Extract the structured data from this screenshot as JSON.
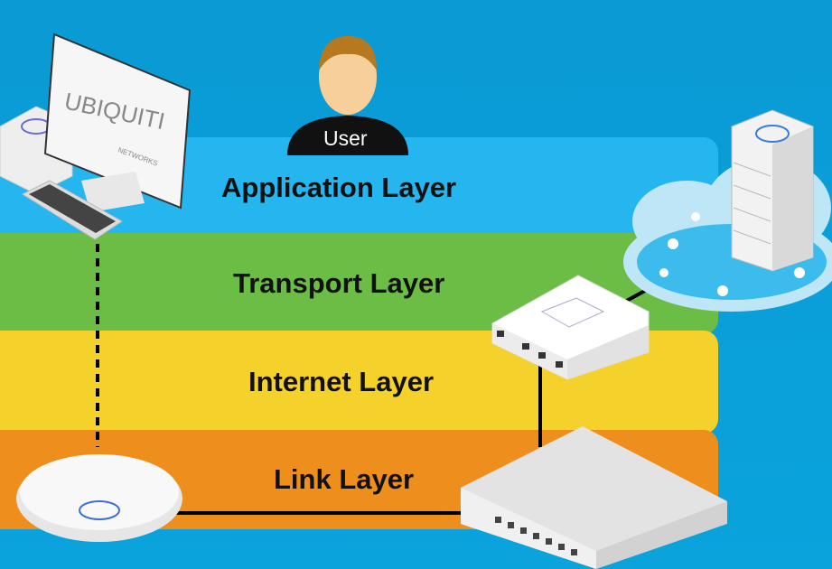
{
  "layers": [
    {
      "label": "Application Layer",
      "color": "#25b6f0"
    },
    {
      "label": "Transport Layer",
      "color": "#6cbd45"
    },
    {
      "label": "Internet Layer",
      "color": "#f5d12b"
    },
    {
      "label": "Link Layer",
      "color": "#ee8e1d"
    }
  ],
  "user": {
    "label": "User"
  },
  "monitor_logo": {
    "brand": "UBIQUITI",
    "sub": "NETWORKS"
  }
}
